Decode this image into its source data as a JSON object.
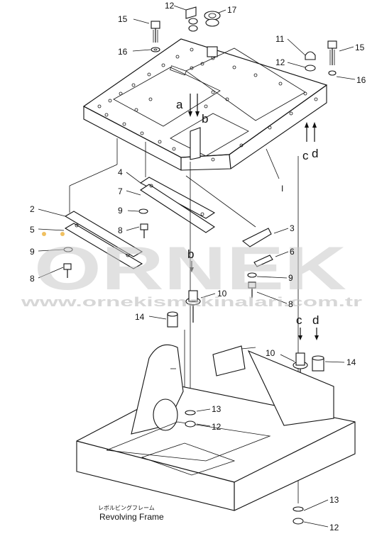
{
  "callouts": {
    "c15a": "15",
    "c12a": "12",
    "c17": "17",
    "c16a": "16",
    "c11": "11",
    "c12b": "12",
    "c15b": "15",
    "c16b": "16",
    "ca": "a",
    "cb": "b",
    "cc": "c",
    "cd": "d",
    "c1": "I",
    "c4": "4",
    "c7": "7",
    "c9a": "9",
    "c8a": "8",
    "c2": "2",
    "c5": "5",
    "c9b": "9",
    "c8b": "8",
    "c3": "3",
    "c6": "6",
    "c9c": "9",
    "c8c": "8",
    "cb2": "b",
    "c10a": "10",
    "c14a": "14",
    "cc2": "c",
    "cd2": "d",
    "c10b": "10",
    "c14b": "14",
    "c13a": "13",
    "c12c": "12",
    "c13b": "13",
    "c12d": "12"
  },
  "caption": {
    "japanese": "レボルビングフレーム",
    "english": "Revolving Frame"
  },
  "watermark": {
    "logo": "ORNEK",
    "url": "www.ornekismakinalari.com.tr"
  },
  "colors": {
    "line": "#111111",
    "watermark": "#c9c9c9",
    "highlight": "#f0c060"
  }
}
